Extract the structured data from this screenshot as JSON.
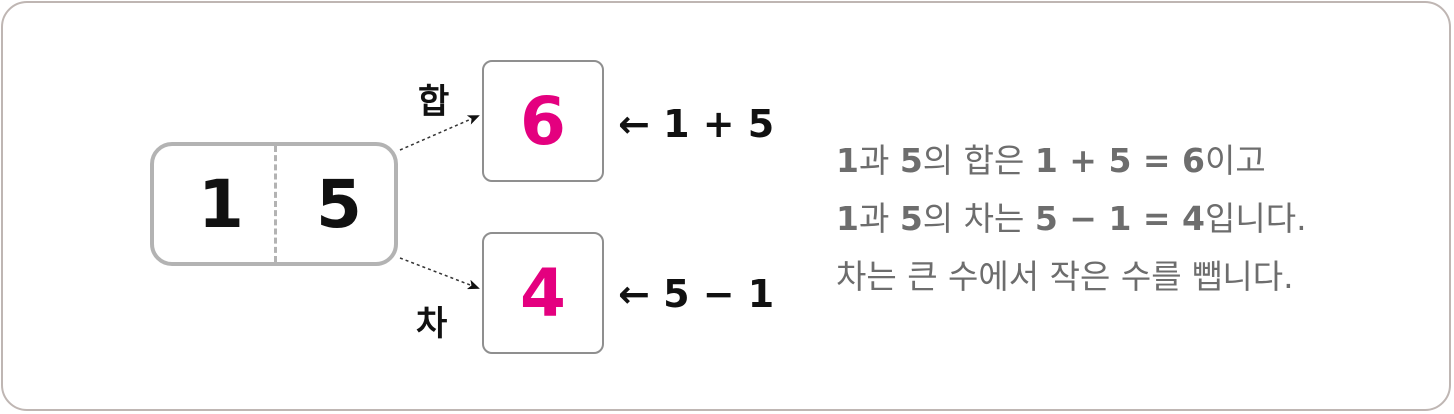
{
  "pair": {
    "left": "1",
    "right": "5"
  },
  "sum": {
    "label": "합",
    "value": "6",
    "expression": "← 1 + 5"
  },
  "difference": {
    "label": "차",
    "value": "4",
    "expression": "← 5 − 1"
  },
  "description": {
    "line1": {
      "a": "1",
      "t1": "과 ",
      "b": "5",
      "t2": "의 합은 ",
      "expr": "1 + 5 = 6",
      "t3": "이고"
    },
    "line2": {
      "a": "1",
      "t1": "과 ",
      "b": "5",
      "t2": "의 차는 ",
      "expr": "5 − 1 = 4",
      "t3": "입니다."
    },
    "line3": "차는 큰 수에서 작은 수를 뺍니다."
  },
  "colors": {
    "result": "#e4007f",
    "box_border": "#b3b3b3",
    "frame_border": "#bfb6b3",
    "description_text": "#6d6d6d"
  }
}
